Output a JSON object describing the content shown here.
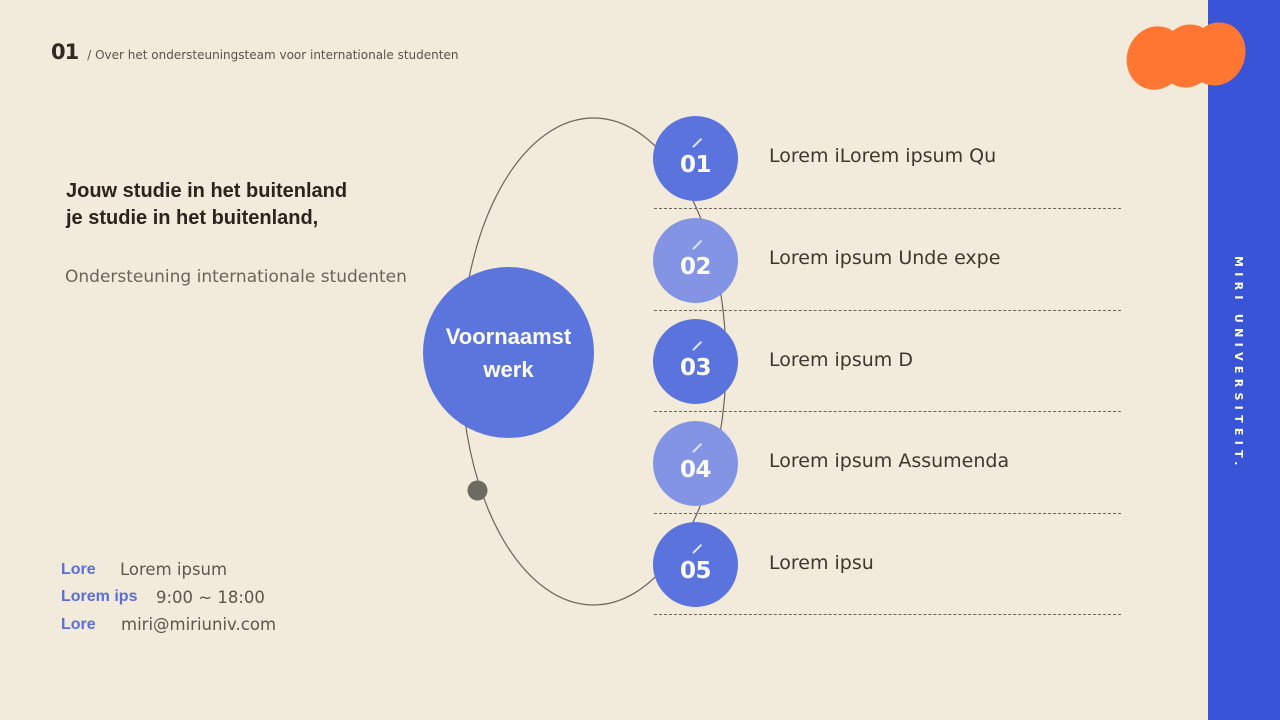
{
  "header": {
    "number": "01",
    "breadcrumb": "/ Over het ondersteuningsteam voor internationale studenten"
  },
  "brand": {
    "name": "MIRI UNIVERSITEIT.",
    "sidebar_color": "#3a54d8",
    "accent_orange": "#ff7733",
    "logo_icon": "orange-blobs-logo"
  },
  "intro": {
    "title_line1": "Jouw studie in het buitenland",
    "title_line2": "je studie in het buitenland,",
    "subtitle": "Ondersteuning internationale studenten"
  },
  "contact": [
    {
      "label": "Lore",
      "value": "Lorem ipsum"
    },
    {
      "label": "Lorem ips",
      "value": "9:00 ~ 18:00"
    },
    {
      "label": "Lore",
      "value": "miri@miriuniv.com"
    }
  ],
  "diagram": {
    "center_label_line1": "Voornaamst",
    "center_label_line2": "werk",
    "steps": [
      {
        "number": "01",
        "label": "Lorem iLorem ipsum Qu",
        "color": "#5b73dc"
      },
      {
        "number": "02",
        "label": "Lorem ipsum Unde expe",
        "color": "#8294e3"
      },
      {
        "number": "03",
        "label": "Lorem ipsum D",
        "color": "#5b73dc"
      },
      {
        "number": "04",
        "label": "Lorem ipsum Assumenda",
        "color": "#8294e3"
      },
      {
        "number": "05",
        "label": "Lorem ipsu",
        "color": "#5b73dc"
      }
    ]
  }
}
